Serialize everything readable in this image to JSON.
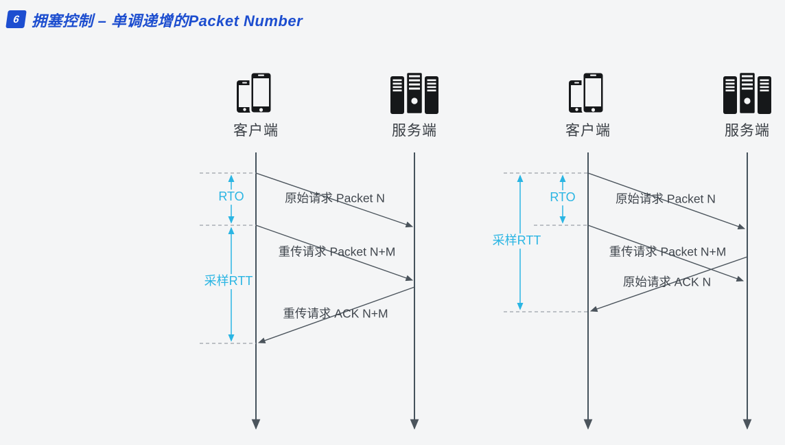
{
  "slide": {
    "background_color": "#f4f5f6",
    "accent_blue": "#1d4ed0",
    "accent_cyan": "#2ab5e3",
    "line_color": "#45525c"
  },
  "header": {
    "badge": "6",
    "title": "拥塞控制 – 单调递增的Packet Number"
  },
  "diagrams": [
    {
      "id": "left",
      "client_label": "客户端",
      "server_label": "服务端",
      "rto_label": "RTO",
      "sample_rtt_label": "采样RTT",
      "messages": [
        {
          "label": "原始请求 Packet N",
          "from": "client",
          "to": "server"
        },
        {
          "label": "重传请求 Packet N+M",
          "from": "client",
          "to": "server"
        },
        {
          "label": "重传请求 ACK N+M",
          "from": "server",
          "to": "client"
        }
      ]
    },
    {
      "id": "right",
      "client_label": "客户端",
      "server_label": "服务端",
      "rto_label": "RTO",
      "sample_rtt_label": "采样RTT",
      "messages": [
        {
          "label": "原始请求 Packet N",
          "from": "client",
          "to": "server"
        },
        {
          "label": "重传请求 Packet N+M",
          "from": "client",
          "to": "server"
        },
        {
          "label": "原始请求 ACK N",
          "from": "server",
          "to": "client"
        }
      ]
    }
  ]
}
